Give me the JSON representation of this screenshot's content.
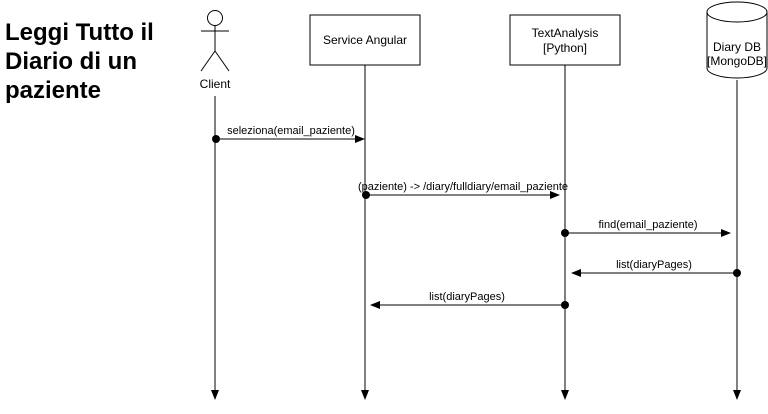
{
  "title": "Leggi Tutto il Diario di un paziente",
  "participants": {
    "client": "Client",
    "service": "Service Angular",
    "text_analysis": [
      "TextAnalysis",
      "[Python]"
    ],
    "diary_db": [
      "Diary DB",
      "[MongoDB]"
    ]
  },
  "messages": [
    {
      "from": "Client",
      "to": "Service Angular",
      "label": "seleziona(email_paziente)"
    },
    {
      "from": "Service Angular",
      "to": "TextAnalysis [Python]",
      "label": "(paziente) -> /diary/fulldiary/email_paziente"
    },
    {
      "from": "TextAnalysis [Python]",
      "to": "Diary DB [MongoDB]",
      "label": "find(email_paziente)"
    },
    {
      "from": "Diary DB [MongoDB]",
      "to": "TextAnalysis [Python]",
      "label": "list(diaryPages)"
    },
    {
      "from": "TextAnalysis [Python]",
      "to": "Service Angular",
      "label": "list(diaryPages)"
    }
  ]
}
